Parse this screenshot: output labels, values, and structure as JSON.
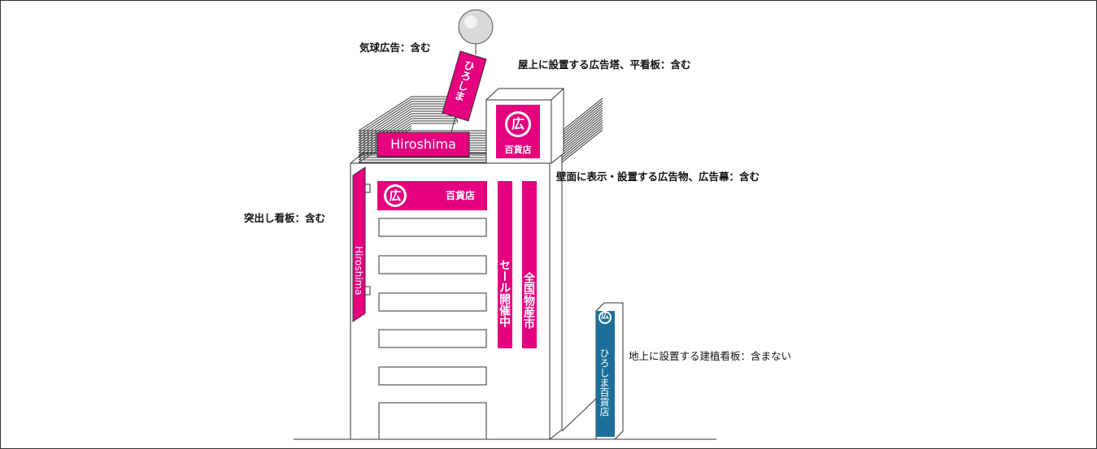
{
  "labels": {
    "balloon": "気球広告：含む",
    "rooftop": "屋上に設置する広告塔、平看板：含む",
    "wall": "壁面に表示・設置する広告物、広告幕：含む",
    "projecting": "突出し看板：含む",
    "ground": "地上に設置する建植看板：含まない"
  },
  "signs": {
    "balloon_banner": "ひろしま",
    "rooftop_flat": "Hiroshima",
    "tower_mark": "広",
    "tower_name": "百貨店",
    "wall_mark": "広",
    "wall_name": "百貨店",
    "banner_sale": "セール開催中",
    "banner_fair": "全国物産市",
    "projecting": "Hiroshima",
    "pole_mark": "広",
    "pole_text": "ひろしま百貨店"
  },
  "colors": {
    "magenta": "#e4007f",
    "teal": "#1d6f9a"
  }
}
